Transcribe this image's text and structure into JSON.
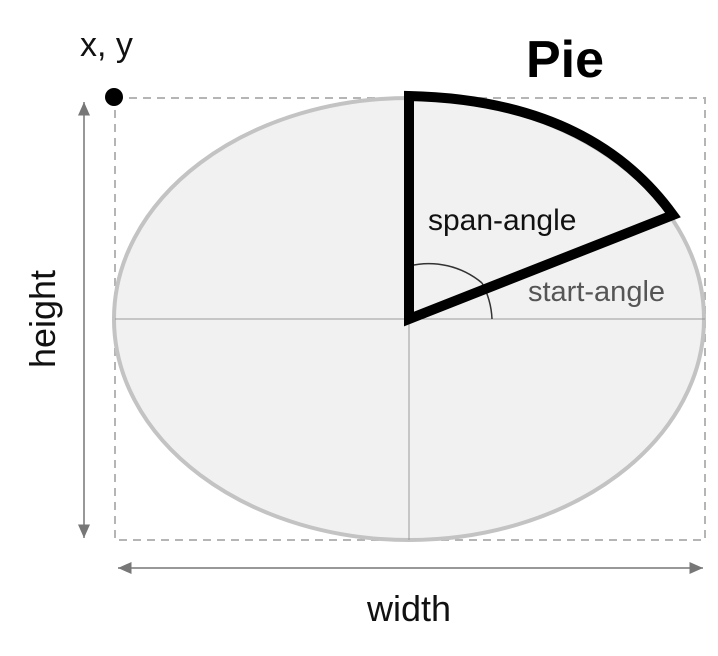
{
  "diagram": {
    "title": "Pie",
    "labels": {
      "origin": "x, y",
      "span_angle": "span-angle",
      "start_angle": "start-angle",
      "height": "height",
      "width": "width"
    }
  },
  "colors": {
    "ellipse_fill": "#f1f1f1",
    "ellipse_stroke": "#c3c3c3",
    "bounding_box": "#b5b5b5",
    "axis_line": "#9a9a9a",
    "dimension_arrow": "#777777",
    "pie_outline": "#000000",
    "start_angle_label": "#555555"
  },
  "icons": {
    "origin_marker": "filled-dot",
    "dimension_arrows": "double-headed-arrow"
  }
}
